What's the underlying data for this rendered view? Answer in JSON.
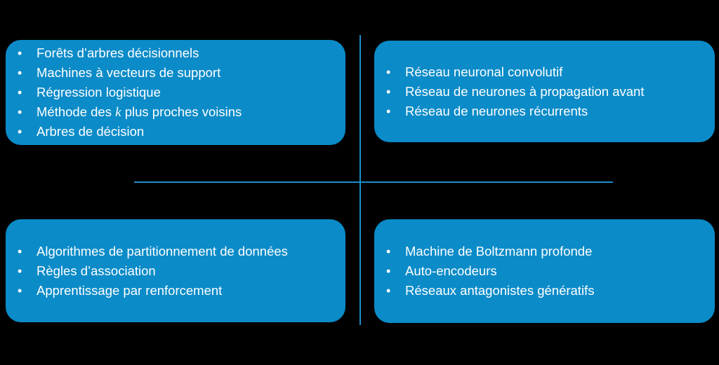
{
  "slide": {
    "background_color": "#000000",
    "accent_color": "#0B8BC8",
    "line_color": "#1C8FCB",
    "text_color": "#FFFFFF",
    "bullet_glyph": "•"
  },
  "quadrants": {
    "top_left": {
      "items": [
        "Forêts d’arbres décisionnels",
        "Machines à vecteurs de support",
        "Régression logistique",
        "Méthode des k plus proches voisins",
        "Arbres de décision"
      ]
    },
    "top_right": {
      "items": [
        "Réseau neuronal convolutif",
        "Réseau de neurones à propagation avant",
        "Réseau de neurones récurrents"
      ]
    },
    "bottom_left": {
      "items": [
        "Algorithmes de partitionnement de données",
        "Règles d’association",
        "Apprentissage par renforcement"
      ]
    },
    "bottom_right": {
      "items": [
        "Machine de Boltzmann profonde",
        "Auto-encodeurs",
        "Réseaux antagonistes génératifs"
      ]
    }
  }
}
